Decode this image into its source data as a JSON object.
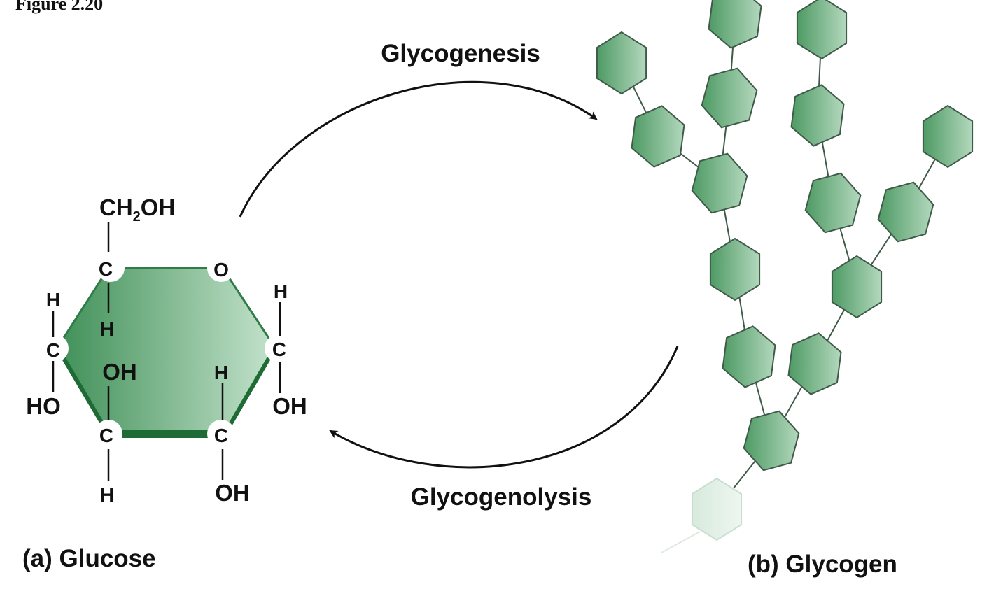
{
  "figure_title": "Figure 2.20",
  "process_labels": {
    "forward": "Glycogenesis",
    "reverse": "Glycogenolysis"
  },
  "captions": {
    "glucose": "(a) Glucose",
    "glycogen": "(b) Glycogen"
  },
  "glucose_atoms": {
    "ch2oh_top": "CH",
    "ch2oh_sub": "2",
    "ch2oh_tail": "OH",
    "c5": "C",
    "o_ring": "O",
    "h_c5": "H",
    "h_c1_top": "H",
    "c1": "C",
    "oh_c1": "OH",
    "h_c4_top": "H",
    "c4": "C",
    "ho_c4": "HO",
    "oh_c3_top": "OH",
    "c3": "C",
    "h_c3": "H",
    "h_c2_top": "H",
    "c2": "C",
    "oh_c2": "OH"
  },
  "colors": {
    "ring_dark": "#2e7d46",
    "ring_light": "#b9dcc2",
    "bond_dark": "#1f6b36",
    "arrow": "#111111",
    "hex_stroke": "#3f5a48"
  }
}
